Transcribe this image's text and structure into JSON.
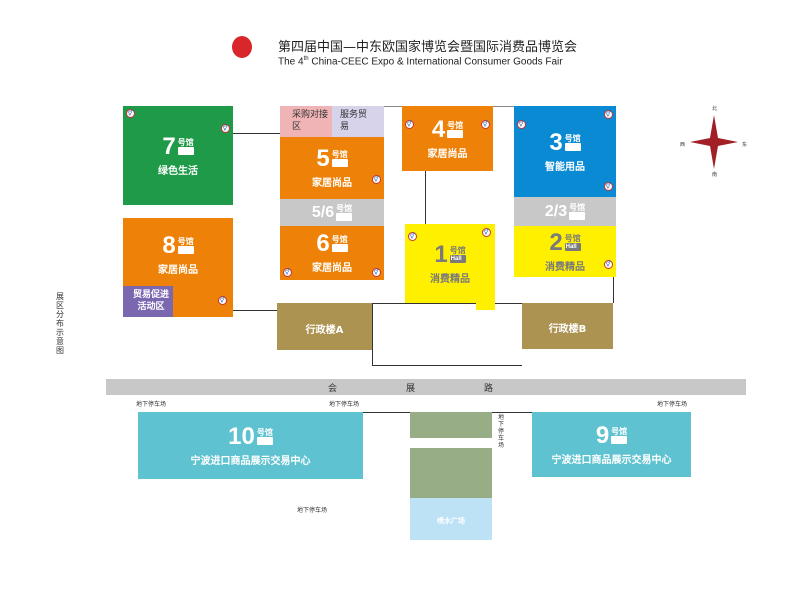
{
  "header": {
    "title_cn": "第四届中国—中东欧国家博览会暨国际消费品博览会",
    "title_en_pre": "The 4",
    "title_en_sup": "th",
    "title_en_post": " China-CEEC Expo & International Consumer Goods Fair"
  },
  "side_label": "展区分布示意图",
  "hall_suffix": "号馆",
  "hall_word": "Hall",
  "halls": {
    "h7": {
      "num": "7",
      "name": "绿色生活"
    },
    "h8": {
      "num": "8",
      "name": "家居尚品"
    },
    "h5": {
      "num": "5",
      "name": "家居尚品"
    },
    "h56": {
      "num": "5/6"
    },
    "h6": {
      "num": "6",
      "name": "家居尚品"
    },
    "h4": {
      "num": "4",
      "name": "家居尚品"
    },
    "h1": {
      "num": "1",
      "name": "消费精品"
    },
    "h3": {
      "num": "3",
      "name": "智能用品"
    },
    "h23": {
      "num": "2/3"
    },
    "h2": {
      "num": "2",
      "name": "消费精品"
    },
    "h10": {
      "num": "10",
      "name": "宁波进口商品展示交易中心"
    },
    "h9": {
      "num": "9",
      "name": "宁波进口商品展示交易中心"
    }
  },
  "zones": {
    "purchase": "采购对接区",
    "service": "服务贸易",
    "trade": "贸易促进活动区",
    "admin_a": "行政楼A",
    "admin_b": "行政楼B",
    "fountain": "喷水广场"
  },
  "road": [
    "会",
    "展",
    "路"
  ],
  "parking": "地下停车场",
  "compass": {
    "n": "北",
    "e": "东",
    "s": "南",
    "w": "西"
  },
  "colors": {
    "green": "#1e9a48",
    "orange": "#ee8208",
    "blue": "#0a8ad3",
    "yellow": "#fff000",
    "gray": "#c8c8c8",
    "teal": "#5fc2d0",
    "admin": "#ad9352"
  }
}
